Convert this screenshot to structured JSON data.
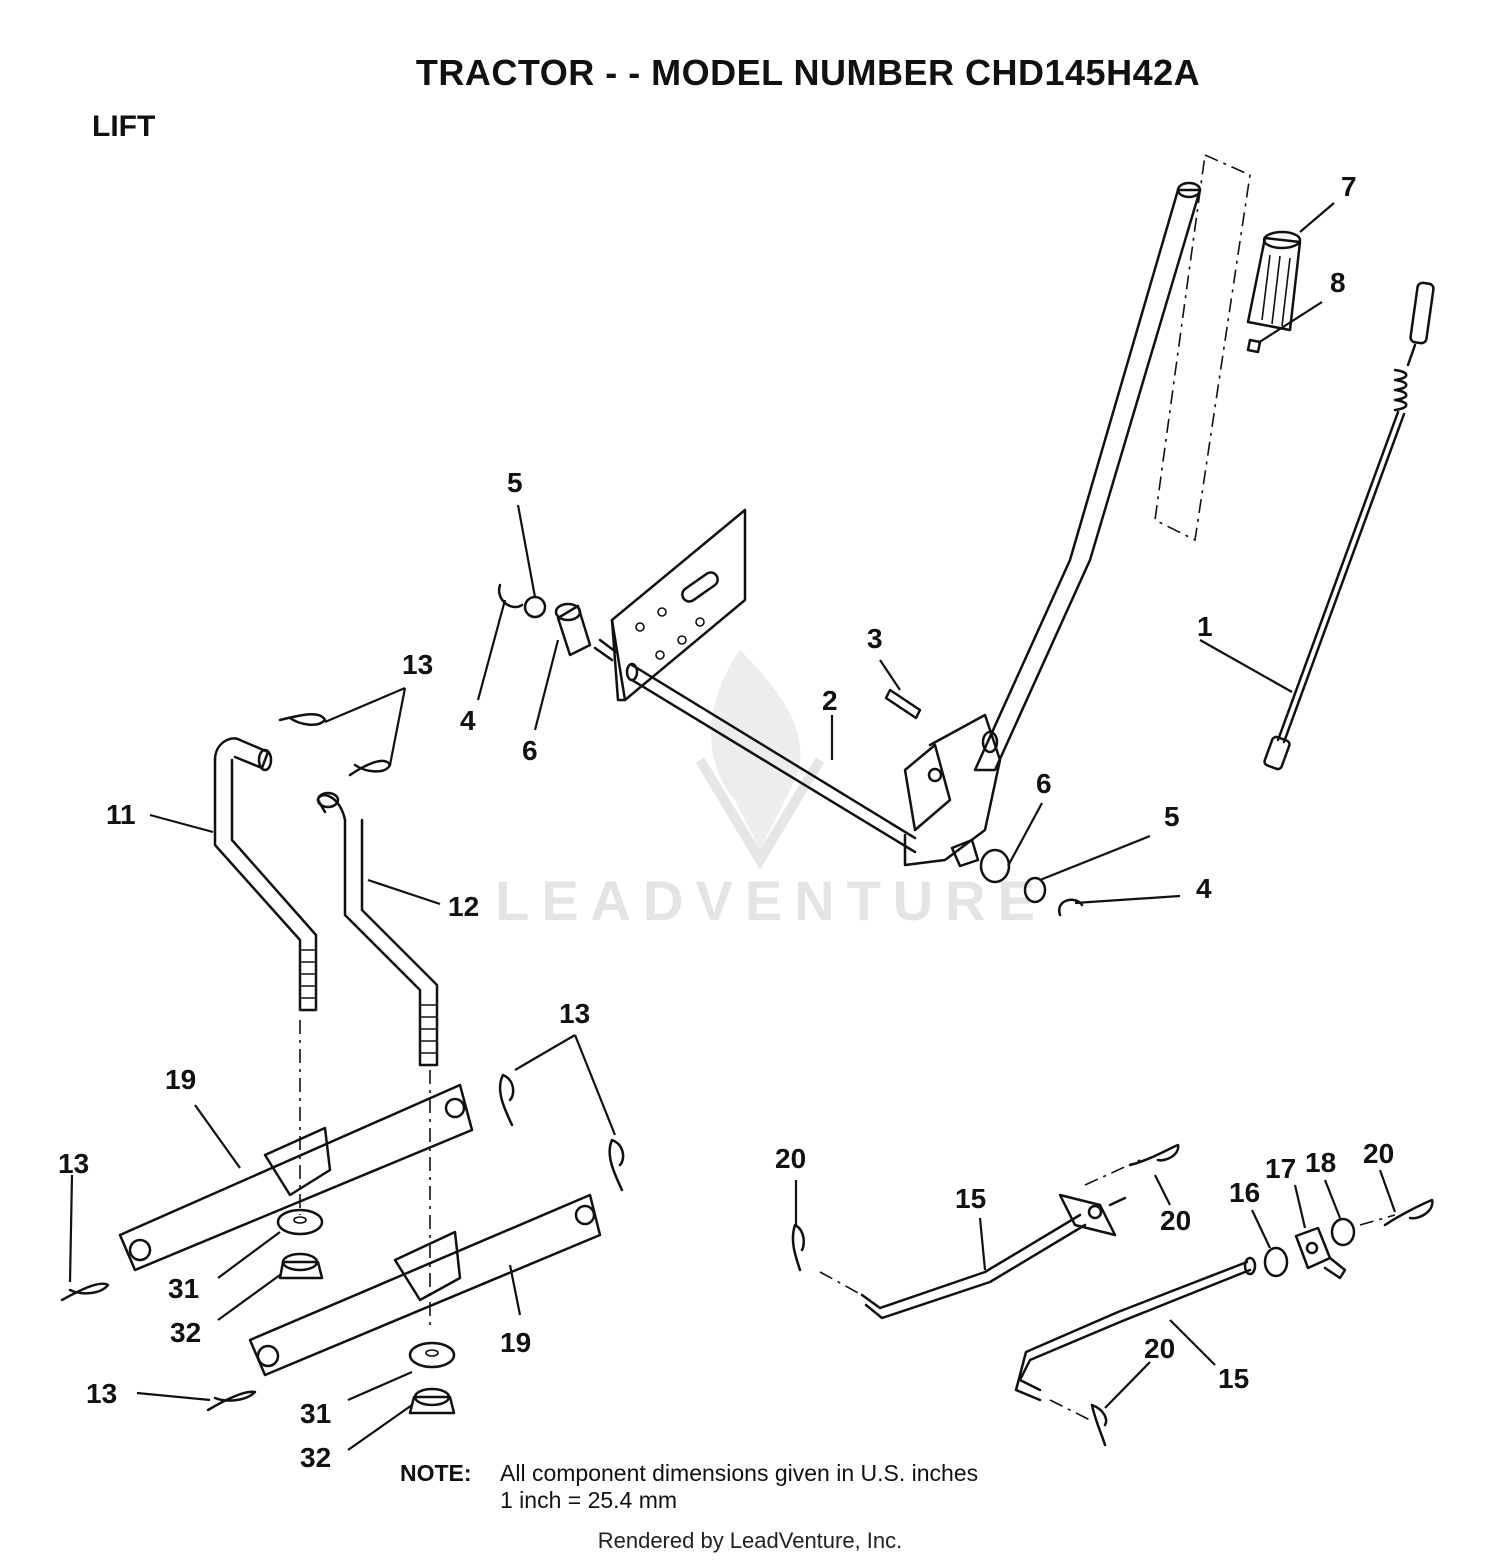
{
  "header": {
    "title": "TRACTOR - - MODEL NUMBER CHD145H42A",
    "section": "LIFT"
  },
  "callouts": [
    {
      "id": "c1",
      "label": "1"
    },
    {
      "id": "c2",
      "label": "2"
    },
    {
      "id": "c3",
      "label": "3"
    },
    {
      "id": "c4a",
      "label": "4"
    },
    {
      "id": "c4b",
      "label": "4"
    },
    {
      "id": "c5a",
      "label": "5"
    },
    {
      "id": "c5b",
      "label": "5"
    },
    {
      "id": "c6a",
      "label": "6"
    },
    {
      "id": "c6b",
      "label": "6"
    },
    {
      "id": "c7",
      "label": "7"
    },
    {
      "id": "c8",
      "label": "8"
    },
    {
      "id": "c11",
      "label": "11"
    },
    {
      "id": "c12",
      "label": "12"
    },
    {
      "id": "c13a",
      "label": "13"
    },
    {
      "id": "c13b",
      "label": "13"
    },
    {
      "id": "c13c",
      "label": "13"
    },
    {
      "id": "c13d",
      "label": "13"
    },
    {
      "id": "c15a",
      "label": "15"
    },
    {
      "id": "c15b",
      "label": "15"
    },
    {
      "id": "c16",
      "label": "16"
    },
    {
      "id": "c17",
      "label": "17"
    },
    {
      "id": "c18",
      "label": "18"
    },
    {
      "id": "c19a",
      "label": "19"
    },
    {
      "id": "c19b",
      "label": "19"
    },
    {
      "id": "c20a",
      "label": "20"
    },
    {
      "id": "c20b",
      "label": "20"
    },
    {
      "id": "c20c",
      "label": "20"
    },
    {
      "id": "c20d",
      "label": "20"
    },
    {
      "id": "c31a",
      "label": "31"
    },
    {
      "id": "c31b",
      "label": "31"
    },
    {
      "id": "c32a",
      "label": "32"
    },
    {
      "id": "c32b",
      "label": "32"
    }
  ],
  "watermark": "LEADVENTURE",
  "note": {
    "label": "NOTE:",
    "line1": "All component dimensions given in U.S. inches",
    "line2": "1 inch = 25.4 mm"
  },
  "footer": "Rendered by LeadVenture, Inc."
}
